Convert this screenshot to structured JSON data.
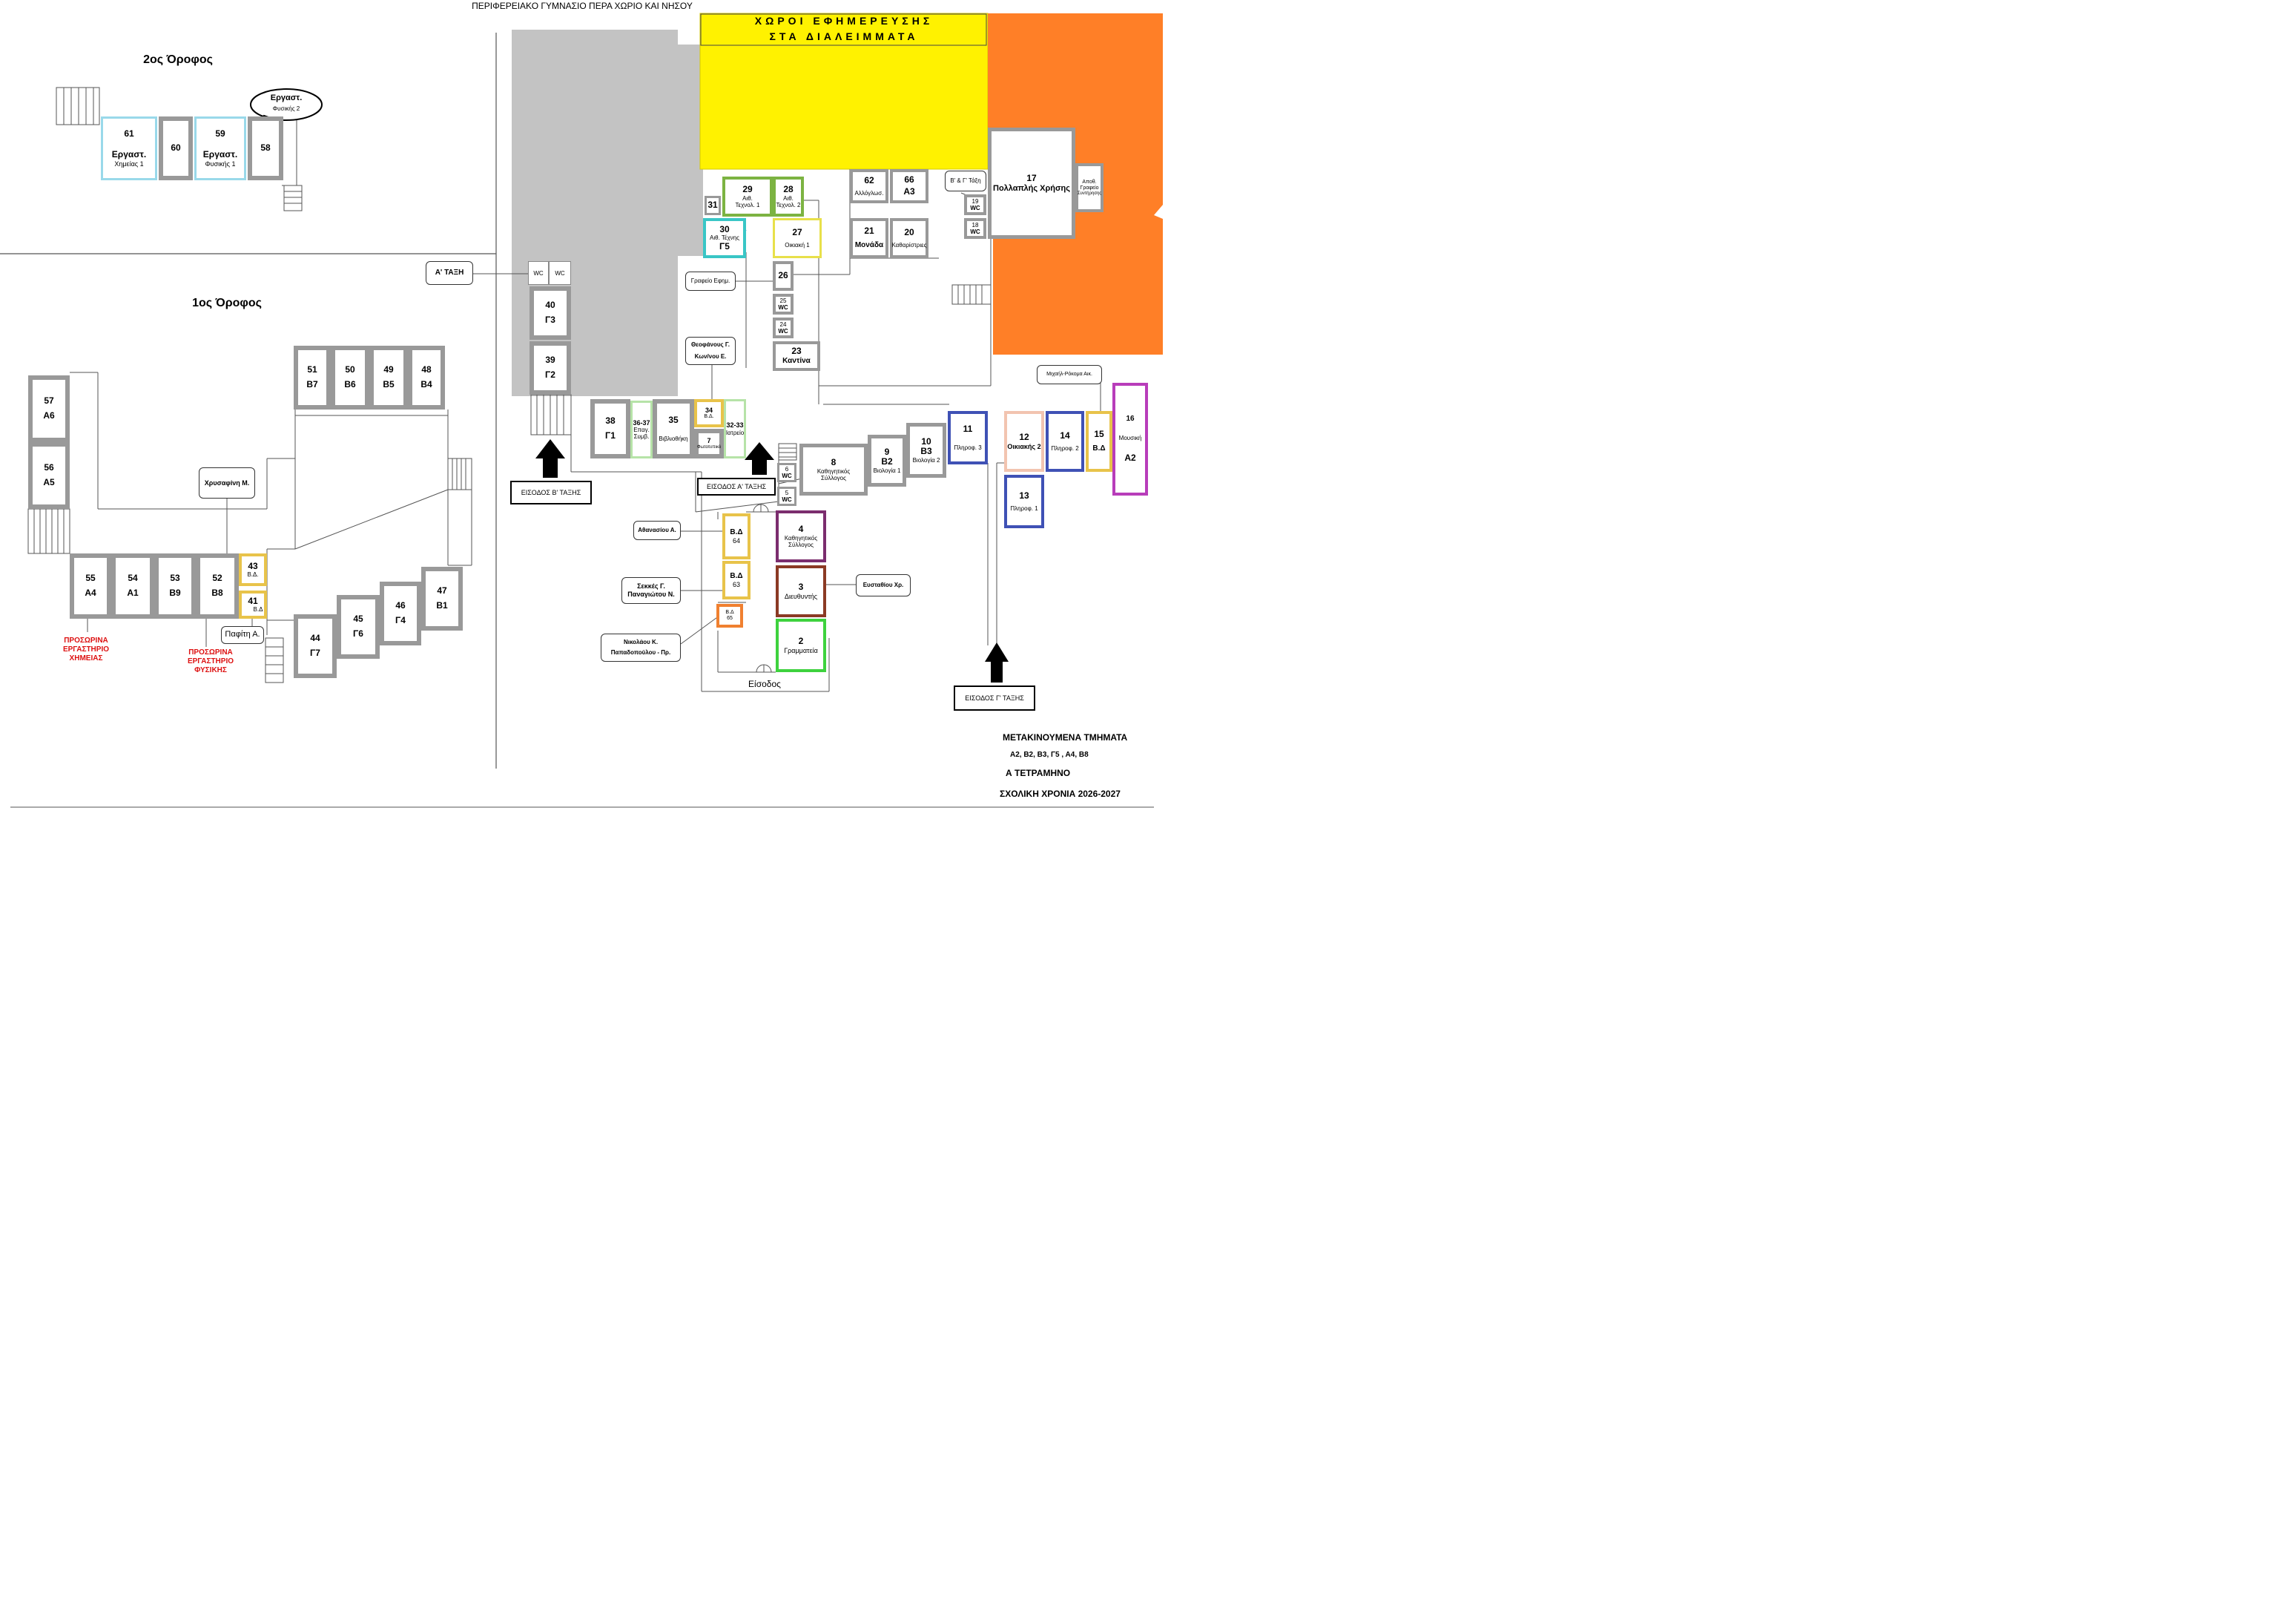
{
  "title": "ΠΕΡΙΦΕΡΕΙΑΚΟ ΓΥΜΝΑΣΙΟ ΠΕΡΑ ΧΩΡΙΟ ΚΑΙ ΝΗΣΟΥ",
  "floors": {
    "second": "2ος Όροφος",
    "first": "1ος Όροφος"
  },
  "duty_zone": {
    "line1": "ΧΩΡΟΙ ΕΦΗΜΕΡΕΥΣΗΣ",
    "line2": "ΣΤΑ ΔΙΑΛΕΙΜΜΑΤΑ",
    "color": "#FFF200"
  },
  "orange_zone_color": "#FF7F27",
  "colors": {
    "grey_block": "#C3C3C3",
    "light_blue": "#99D9EA",
    "green": "#7CB342",
    "yellow_border": "#E8C34A",
    "orange_border": "#F08030",
    "blue": "#3F51B5",
    "purple": "#B83DBA",
    "pink_border": "#F2C4B0",
    "teal": "#39C6C6",
    "red_text": "#DD1111"
  },
  "rooms": {
    "r61": {
      "num": "61",
      "l1": "Εργαστ.",
      "l2": "Χημείας 1"
    },
    "r60": {
      "num": "60"
    },
    "r59": {
      "num": "59",
      "l1": "Εργαστ.",
      "l2": "Φυσικής 1"
    },
    "r58": {
      "num": "58"
    },
    "r57": {
      "num": "57",
      "cls": "Α6"
    },
    "r56": {
      "num": "56",
      "cls": "Α5"
    },
    "r55": {
      "num": "55",
      "cls": "Α4"
    },
    "r54": {
      "num": "54",
      "cls": "Α1"
    },
    "r53": {
      "num": "53",
      "cls": "Β9"
    },
    "r52": {
      "num": "52",
      "cls": "Β8"
    },
    "r43": {
      "num": "43",
      "sub": "Β.Δ."
    },
    "r41": {
      "num": "41",
      "sub": "Β.Δ"
    },
    "r51": {
      "num": "51",
      "cls": "Β7"
    },
    "r50": {
      "num": "50",
      "cls": "Β6"
    },
    "r49": {
      "num": "49",
      "cls": "Β5"
    },
    "r48": {
      "num": "48",
      "cls": "Β4"
    },
    "r44": {
      "num": "44",
      "cls": "Γ7"
    },
    "r45": {
      "num": "45",
      "cls": "Γ6"
    },
    "r46": {
      "num": "46",
      "cls": "Γ4"
    },
    "r47": {
      "num": "47",
      "cls": "Β1"
    },
    "r40": {
      "num": "40",
      "cls": "Γ3"
    },
    "r39": {
      "num": "39",
      "cls": "Γ2"
    },
    "r38": {
      "num": "38",
      "cls": "Γ1"
    },
    "r3637": {
      "num": "36-37",
      "l1": "Επαγ.",
      "l2": "Συμβ."
    },
    "r35": {
      "num": "35",
      "l1": "Βιβλιοθήκη"
    },
    "r34": {
      "num": "34",
      "sub": "Β.Δ."
    },
    "r7": {
      "num": "7",
      "sub": "Φωτοτυπικό"
    },
    "r3233": {
      "num": "32-33",
      "l1": "Ιατρείο"
    },
    "r31": {
      "num": "31"
    },
    "r29": {
      "num": "29",
      "l1": "Αιθ.",
      "l2": "Τεχνολ. 1"
    },
    "r28": {
      "num": "28",
      "l1": "Αιθ.",
      "l2": "Τεχνολ. 2"
    },
    "r30": {
      "num": "30",
      "l1": "Αιθ. Τέχνης",
      "cls": "Γ5"
    },
    "r27": {
      "num": "27",
      "l1": "Οικιακή 1"
    },
    "r26": {
      "num": "26"
    },
    "r25": {
      "num": "25",
      "sub": "WC"
    },
    "r24": {
      "num": "24",
      "sub": "WC"
    },
    "r23": {
      "num": "23",
      "l1": "Καντίνα"
    },
    "r62": {
      "num": "62",
      "l1": "Αλλόγλωσ."
    },
    "r66": {
      "num": "66",
      "cls": "Α3"
    },
    "r21": {
      "num": "21",
      "l1": "Μονάδα"
    },
    "r20": {
      "num": "20",
      "l1": "Καθαρίστριες"
    },
    "r17": {
      "num": "17",
      "l1": "Πολλαπλής Χρήσης"
    },
    "rapoth": {
      "l1": "Αποθ.",
      "l2": "Γραφείο",
      "l3": "Συντήρησης"
    },
    "r19": {
      "num": "19",
      "sub": "WC"
    },
    "r18": {
      "num": "18",
      "sub": "WC"
    },
    "r8": {
      "num": "8",
      "l1": "Καθηγητικός",
      "l2": "Σύλλογος"
    },
    "r9": {
      "num": "9",
      "cls": "Β2",
      "l1": "Βιολογία 1"
    },
    "r10": {
      "num": "10",
      "cls": "Β3",
      "l1": "Βιολογία 2"
    },
    "r11": {
      "num": "11",
      "l1": "Πληροφ. 3"
    },
    "r12": {
      "num": "12",
      "l1": "Οικιακής 2"
    },
    "r14": {
      "num": "14",
      "l1": "Πληροφ. 2"
    },
    "r15": {
      "num": "15",
      "l1": "Β.Δ"
    },
    "r16": {
      "num": "16",
      "l1": "Μουσική",
      "cls": "Α2"
    },
    "r13": {
      "num": "13",
      "l1": "Πληροφ. 1"
    },
    "r6": {
      "num": "6",
      "sub": "WC"
    },
    "r5": {
      "num": "5",
      "sub": "WC"
    },
    "r64": {
      "l1": "Β.Δ",
      "num": "64"
    },
    "r63": {
      "l1": "Β.Δ",
      "num": "63"
    },
    "r65": {
      "l1": "Β.Δ",
      "num": "65"
    },
    "r4": {
      "num": "4",
      "l1": "Καθηγητικός",
      "l2": "Σύλλογος"
    },
    "r3": {
      "num": "3",
      "l1": "Διευθυντής"
    },
    "r2": {
      "num": "2",
      "l1": "Γραμματεία"
    }
  },
  "wc_top": [
    "WC",
    "WC"
  ],
  "callout": {
    "l1": "Εργαστ.",
    "l2": "Φυσικής 2"
  },
  "labels": {
    "a_taxi": "Α' ΤΑΞΗ",
    "bg_taxi": "Β' & Γ' Τάξη",
    "grafeio_efim": "Γραφείο Εφημ.",
    "theofanous": "Θεοφάνους Γ.",
    "konou": "Κων/νου Ε.",
    "chrysafini": "Χρυσαφίνη Μ.",
    "pafiti": "Παφίτη Α.",
    "athanasiou": "Αθανασίου Α.",
    "sekkes": "Σεκκές Γ.",
    "panagiotou": "Παναγιώτου Ν.",
    "nikolaou": "Νικολάου Κ.",
    "papadopoulou": "Παπαδοπούλου - Πρ.",
    "efstathiou": "Ευσταθίου Χρ.",
    "michail": "Μιχαήλ-Ρόκομα Αικ.",
    "eisodos": "Είσοδος"
  },
  "entrances": {
    "b": "ΕΙΣΟΔΟΣ Β' ΤΑΞΗΣ",
    "a": "ΕΙΣΟΔΟΣ Α' ΤΑΞΗΣ",
    "g": "ΕΙΣΟΔΟΣ Γ' ΤΑΞΗΣ"
  },
  "temporary": {
    "chem": [
      "ΠΡΟΣΩΡΙΝΑ",
      "ΕΡΓΑΣΤΗΡΙΟ",
      "ΧΗΜΕΙΑΣ"
    ],
    "phys": [
      "ΠΡΟΣΩΡΙΝΑ",
      "ΕΡΓΑΣΤΗΡΙΟ",
      "ΦΥΣΙΚΗΣ"
    ]
  },
  "footer": {
    "moved_title": "ΜΕΤΑΚΙΝΟΥΜΕΝΑ ΤΜΗΜΑΤΑ",
    "moved_list": "Α2, Β2, Β3, Γ5 , Α4, Β8",
    "term": "Α ΤΕΤΡΑΜΗΝΟ",
    "year": "ΣΧΟΛΙΚΗ ΧΡΟΝΙΑ 2026-2027"
  }
}
